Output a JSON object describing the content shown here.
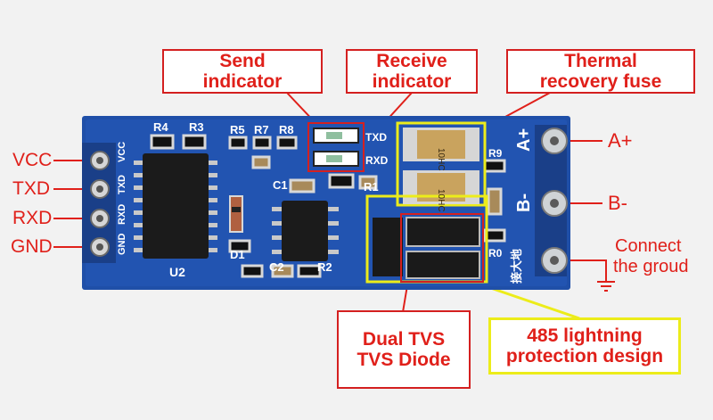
{
  "callouts": {
    "send": [
      "Send",
      "indicator"
    ],
    "receive": [
      "Receive",
      "indicator"
    ],
    "thermal": [
      "Thermal",
      "recovery fuse"
    ],
    "tvs": [
      "Dual TVS",
      "TVS Diode"
    ],
    "lightning": [
      "485 lightning",
      "protection design"
    ]
  },
  "pins": [
    "VCC",
    "TXD",
    "RXD",
    "GND"
  ],
  "terminals": {
    "a": "A+",
    "b": "B-",
    "ground": [
      "Connect",
      "the groud"
    ]
  },
  "silkscreen": {
    "header_pins": [
      "VCC",
      "TXD",
      "RXD",
      "GND"
    ],
    "r4": "R4",
    "r3": "R3",
    "r5": "R5",
    "r7": "R7",
    "r8": "R8",
    "txd": "TXD",
    "rxd": "RXD",
    "c1": "C1",
    "r1": "R1",
    "c2": "C2",
    "r2": "R2",
    "d1": "D1",
    "u2": "U2",
    "r9": "R9",
    "r0": "R0",
    "a_plus": "A+",
    "b_minus": "B-",
    "ground_cn": "接大地",
    "fuse_marking": "10HC"
  },
  "colors": {
    "callout_text": "#e0201a",
    "callout_border": "#d42020",
    "yellow_border": "#ecec1a",
    "pcb_blue": "#1f4fa8",
    "background": "#f2f2f2"
  }
}
